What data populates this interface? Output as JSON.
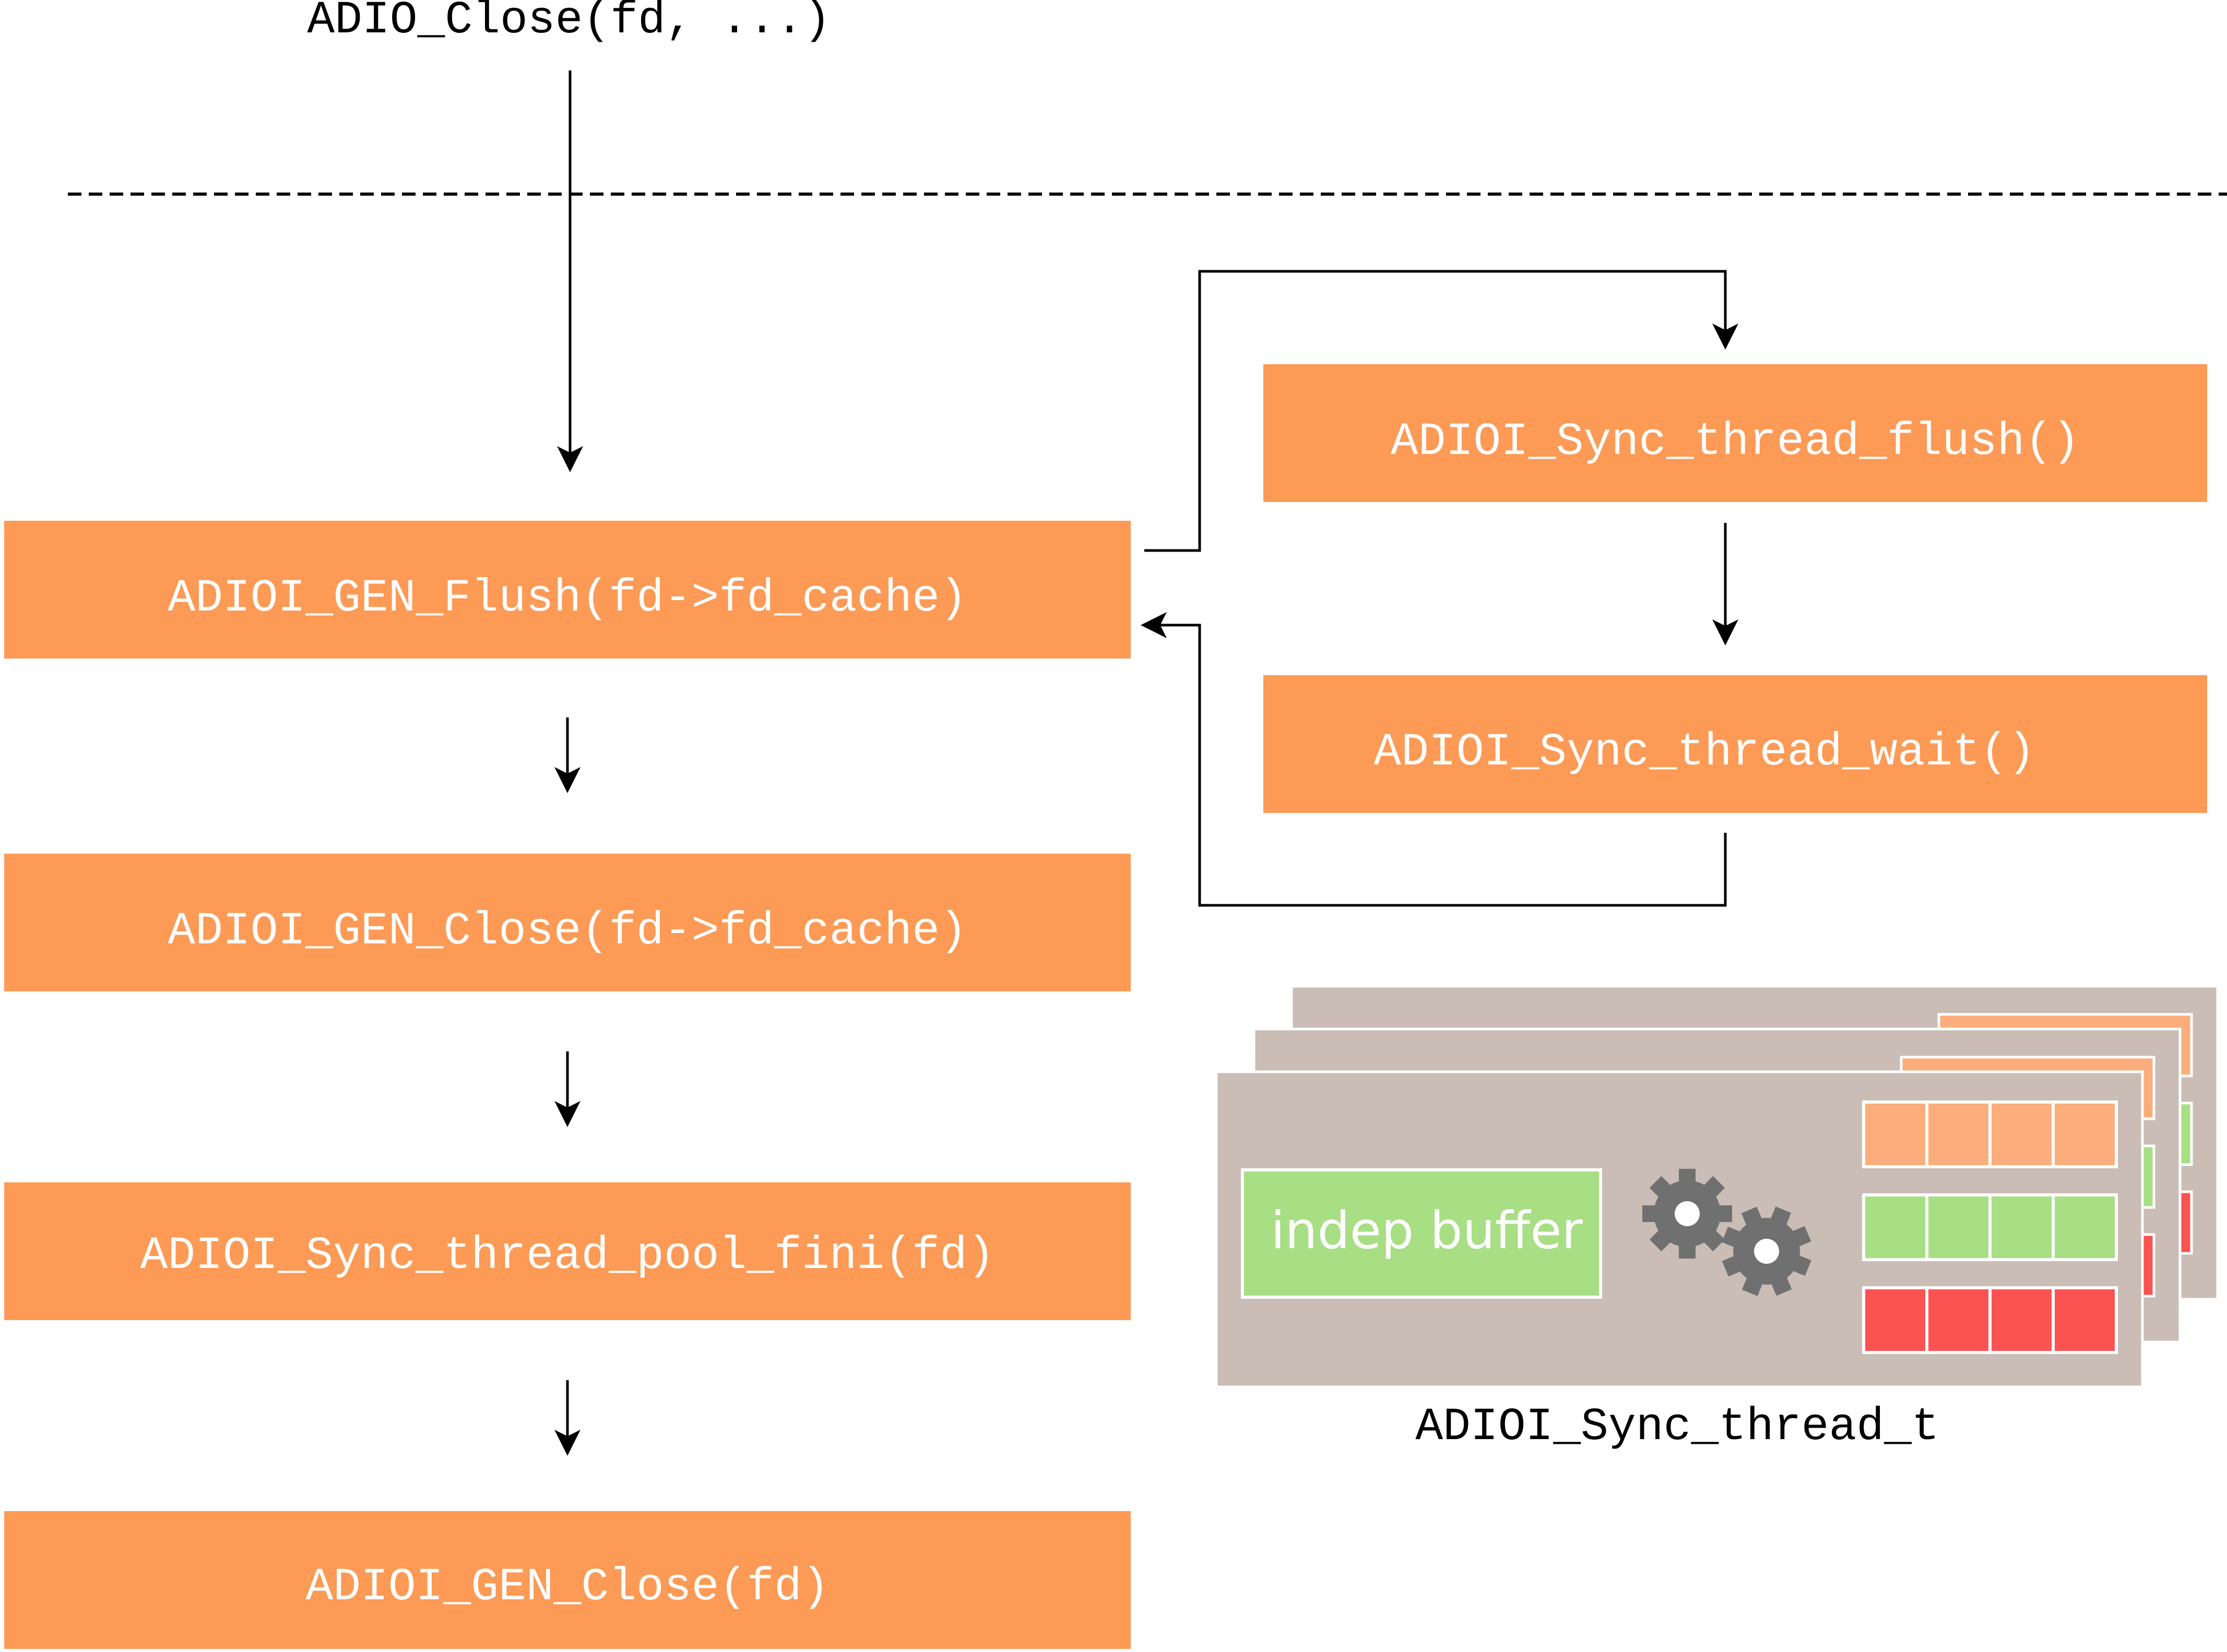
{
  "entry_call": "ADIO_Close(fd, ...)",
  "main_flow": [
    "ADIOI_GEN_Flush(fd->fd_cache)",
    "ADIOI_GEN_Close(fd->fd_cache)",
    "ADIOI_Sync_thread_pool_fini(fd)",
    "ADIOI_GEN_Close(fd)"
  ],
  "sync_flow": [
    "ADIOI_Sync_thread_flush()",
    "ADIOI_Sync_thread_wait()"
  ],
  "thread_struct": {
    "buffer_label": "indep buffer",
    "caption": "ADIOI_Sync_thread_t",
    "gears_icon": "gears-icon",
    "queue_colors": [
      "#FBAE7C",
      "#A8DE84",
      "#FB5252"
    ]
  },
  "colors": {
    "box_fill": "#FD9A55",
    "box_text": "#FFFFFF",
    "panel_fill": "#C9BDB6",
    "buffer_fill": "#A8DE84",
    "gear": "#707070",
    "line": "#000000"
  }
}
